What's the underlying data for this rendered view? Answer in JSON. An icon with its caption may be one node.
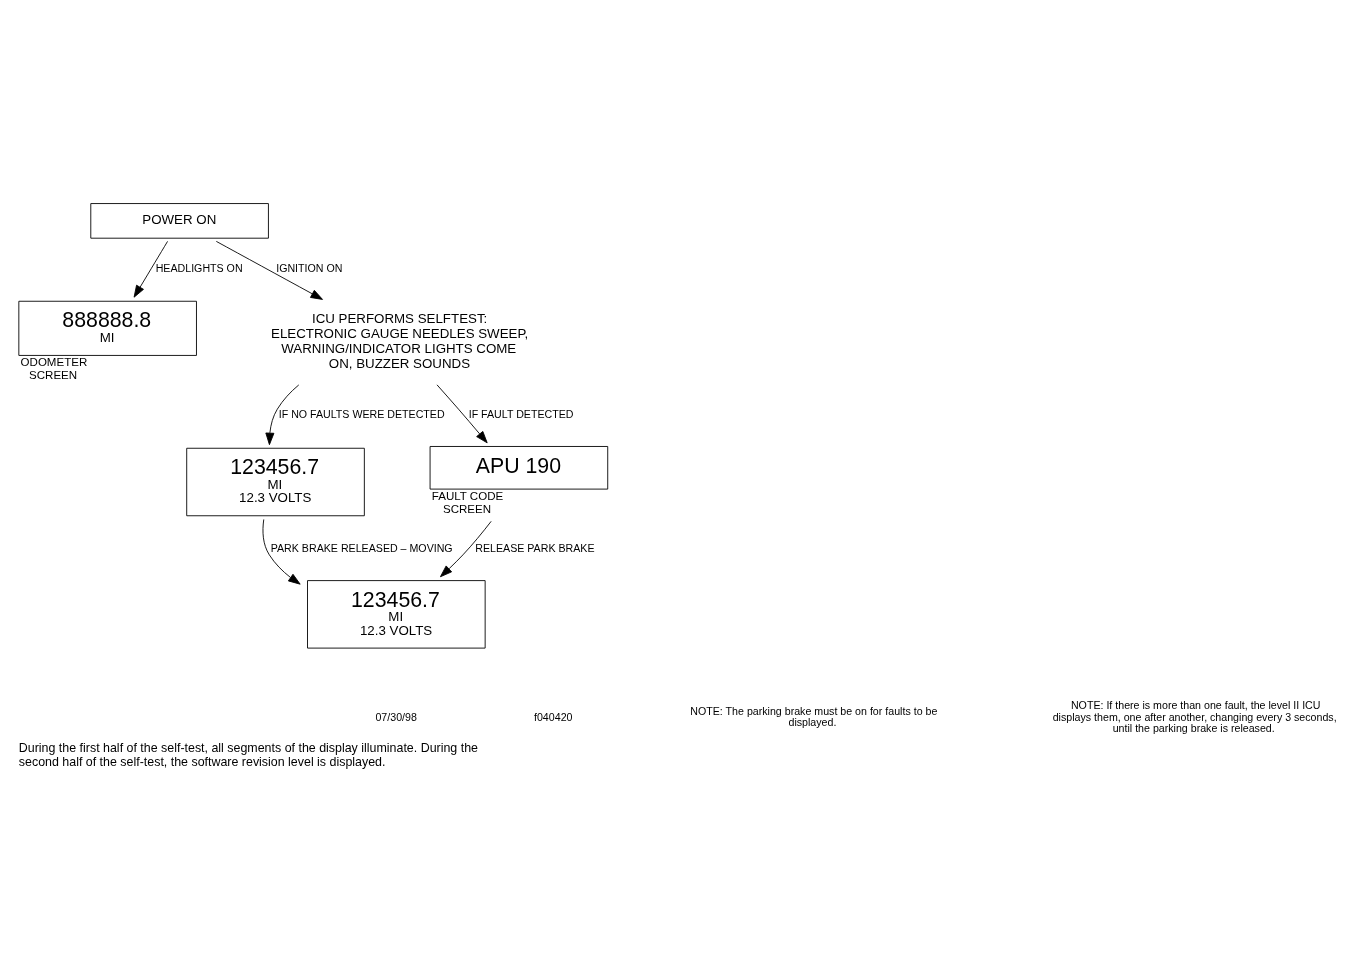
{
  "diagram": {
    "caption": "During the first half of the self-test, all segments of the display illuminate. During the second half of the self-test, the software revision level is displayed.",
    "nodes": [
      {
        "text": [
          "POWER ON"
        ]
      },
      {
        "text": [
          "888888.8",
          "MI"
        ],
        "beside": [
          "ODOMETER SCREEN"
        ]
      },
      {
        "text": [
          "ICU PERFORMS SELFTEST: ELECTRONIC GAUGE NEEDLES SWEEP, WARNING/INDICATOR LIGHTS COME ON, BUZZER SOUNDS"
        ]
      },
      {
        "text": [
          "123456.7",
          "MI",
          "12.3 VOLTS"
        ]
      },
      {
        "text": [
          "APU 190"
        ],
        "beside": [
          "FAULT CODE SCREEN"
        ]
      },
      {
        "text": [
          "123456.7",
          "MI",
          "12.3 VOLTS"
        ]
      }
    ],
    "edges": [
      {
        "from": 0,
        "to": 1,
        "arrow": "to",
        "label": "HEADLIGHTS ON"
      },
      {
        "from": 0,
        "to": 2,
        "arrow": "to",
        "label": "IGNITION ON"
      },
      {
        "from": 2,
        "to": 3,
        "arrow": "to",
        "label": "IF NO FAULTS WERE DETECTED"
      },
      {
        "from": 2,
        "to": 4,
        "arrow": "to",
        "label": "IF FAULT DETECTED"
      },
      {
        "from": 3,
        "to": 5,
        "arrow": "to",
        "label": "PARK BRAKE RELEASED – MOVING"
      },
      {
        "from": 4,
        "to": 5,
        "arrow": "to",
        "label": "RELEASE PARK BRAKE"
      }
    ],
    "labels": [
      "07/30/98",
      "f040420",
      "NOTE: The parking brake must be on for faults to be displayed.",
      "NOTE: If there is more than one fault, the level II ICU displays them, one after another, changing every 3 seconds, until the parking brake is released."
    ]
  }
}
